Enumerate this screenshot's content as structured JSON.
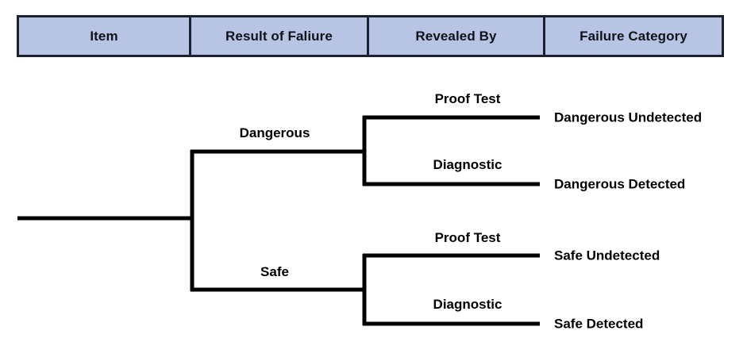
{
  "table": {
    "headers": [
      "Item",
      "Result of Faliure",
      "Revealed By",
      "Failure Category"
    ],
    "header_fill": "#b8c4e3",
    "header_border": "#1b222c"
  },
  "diagram": {
    "type": "binary-tree",
    "line_color": "#000000",
    "root": {
      "name": "Item",
      "branches": [
        {
          "result_of_failure": "Dangerous",
          "leaves": [
            {
              "revealed_by": "Proof Test",
              "failure_category": "Dangerous Undetected"
            },
            {
              "revealed_by": "Diagnostic",
              "failure_category": "Dangerous Detected"
            }
          ]
        },
        {
          "result_of_failure": "Safe",
          "leaves": [
            {
              "revealed_by": "Proof Test",
              "failure_category": "Safe Undetected"
            },
            {
              "revealed_by": "Diagnostic",
              "failure_category": "Safe Detected"
            }
          ]
        }
      ]
    },
    "labels": {
      "dangerous": "Dangerous",
      "safe": "Safe",
      "proof_test_1": "Proof Test",
      "diagnostic_1": "Diagnostic",
      "proof_test_2": "Proof Test",
      "diagnostic_2": "Diagnostic",
      "dangerous_undetected": "Dangerous Undetected",
      "dangerous_detected": "Dangerous Detected",
      "safe_undetected": "Safe Undetected",
      "safe_detected": "Safe Detected"
    }
  }
}
